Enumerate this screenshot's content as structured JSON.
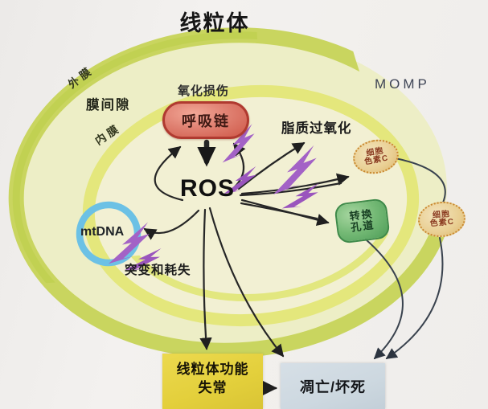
{
  "title": "线粒体",
  "membrane": {
    "outer": "外膜",
    "intermembrane_space": "膜间隙",
    "inner": "内膜",
    "momp": "MOMP"
  },
  "nodes": {
    "oxidative_damage": "氧化损伤",
    "respiratory_chain": "呼吸链",
    "lipid_peroxidation": "脂质过氧化",
    "ros": "ROS",
    "mtdna": "mtDNA",
    "mutation_and_loss": "突变和耗失",
    "transition_pore": {
      "line1": "转换",
      "line2": "孔道"
    },
    "cytochrome_c": {
      "line1": "细胞",
      "line2": "色素C"
    },
    "mitochondrial_dysfunction": {
      "line1": "线粒体功能",
      "line2": "失常"
    },
    "apoptosis_necrosis": "凋亡/坏死"
  },
  "edges": [
    {
      "from": "呼吸链",
      "to": "ROS"
    },
    {
      "from": "ROS",
      "to": "呼吸链"
    },
    {
      "from": "ROS",
      "to": "脂质过氧化"
    },
    {
      "from": "ROS",
      "to": "细胞色素C"
    },
    {
      "from": "ROS",
      "to": "转换孔道"
    },
    {
      "from": "ROS",
      "to": "mtDNA"
    },
    {
      "from": "ROS",
      "to": "线粒体功能失常"
    },
    {
      "from": "ROS",
      "to": "凋亡/坏死"
    },
    {
      "from": "细胞色素C(膜上)",
      "to": "细胞色素C(胞质)"
    },
    {
      "from": "细胞色素C(胞质)",
      "to": "凋亡/坏死"
    },
    {
      "from": "转换孔道",
      "to": "凋亡/坏死"
    },
    {
      "from": "线粒体功能失常",
      "to": "凋亡/坏死"
    }
  ],
  "colors": {
    "background": "#f1efec",
    "outer_membrane": "#c9d55f",
    "outer_membrane_highlight": "#bfd04f",
    "inner_membrane": "#e4e77c",
    "intermembrane_fill": "#edeec6",
    "matrix_fill": "#f2f0d3",
    "respiratory_chain_fill": "#db7060",
    "respiratory_chain_border": "#b03a30",
    "mtdna_ring": "#6cc1e5",
    "transition_pore_fill": "#63ae67",
    "cytochrome_fill": "#ecd49c",
    "cytochrome_border": "#c9882f",
    "dysfunction_box": "#e3cf3b",
    "apoptosis_box": "#cdd8e0",
    "arrow": "#262626",
    "cytochrome_path": "#39424e",
    "lightning": "#9c5ec4"
  }
}
